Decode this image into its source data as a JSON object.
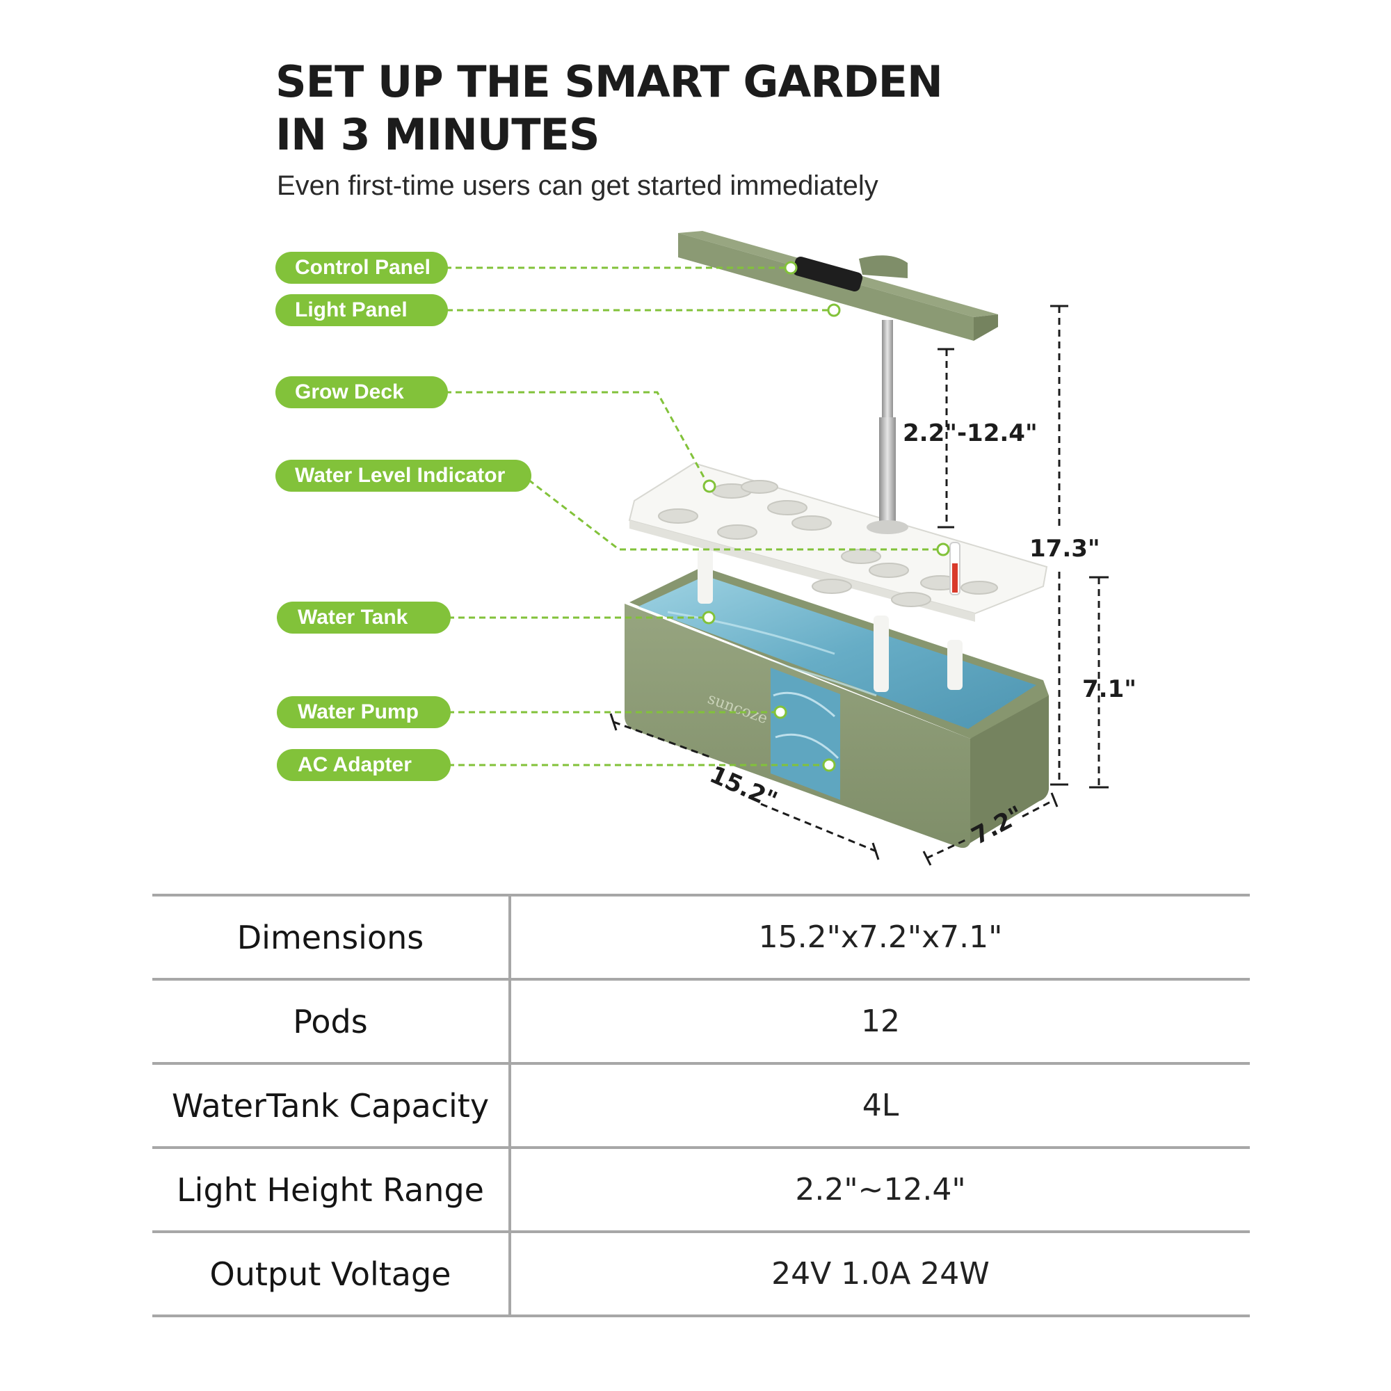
{
  "header": {
    "title_line1": "SET UP THE SMART GARDEN",
    "title_line2": "IN 3 MINUTES",
    "subtitle": "Even first-time users can get started immediately"
  },
  "callouts": {
    "control_panel": "Control Panel",
    "light_panel": "Light Panel",
    "grow_deck": "Grow Deck",
    "water_level_indicator": "Water Level Indicator",
    "water_tank": "Water Tank",
    "water_pump": "Water Pump",
    "ac_adapter": "AC Adapter"
  },
  "dimensions": {
    "light_range": "2.2\"-12.4\"",
    "total_height": "17.3\"",
    "tank_height": "7.1\"",
    "length": "15.2\"",
    "width": "7.2\""
  },
  "brand_mark": "suncoze",
  "colors": {
    "callout_green": "#82c23a",
    "product_olive": "#8b9a74",
    "water": "#6fb4cc",
    "table_line": "#a7a7a7"
  },
  "specs": [
    {
      "label": "Dimensions",
      "value": "15.2\"x7.2\"x7.1\""
    },
    {
      "label": "Pods",
      "value": "12"
    },
    {
      "label": "WaterTank Capacity",
      "value": "4L"
    },
    {
      "label": "Light Height Range",
      "value": "2.2\"~12.4\""
    },
    {
      "label": "Output Voltage",
      "value": "24V 1.0A 24W"
    }
  ]
}
